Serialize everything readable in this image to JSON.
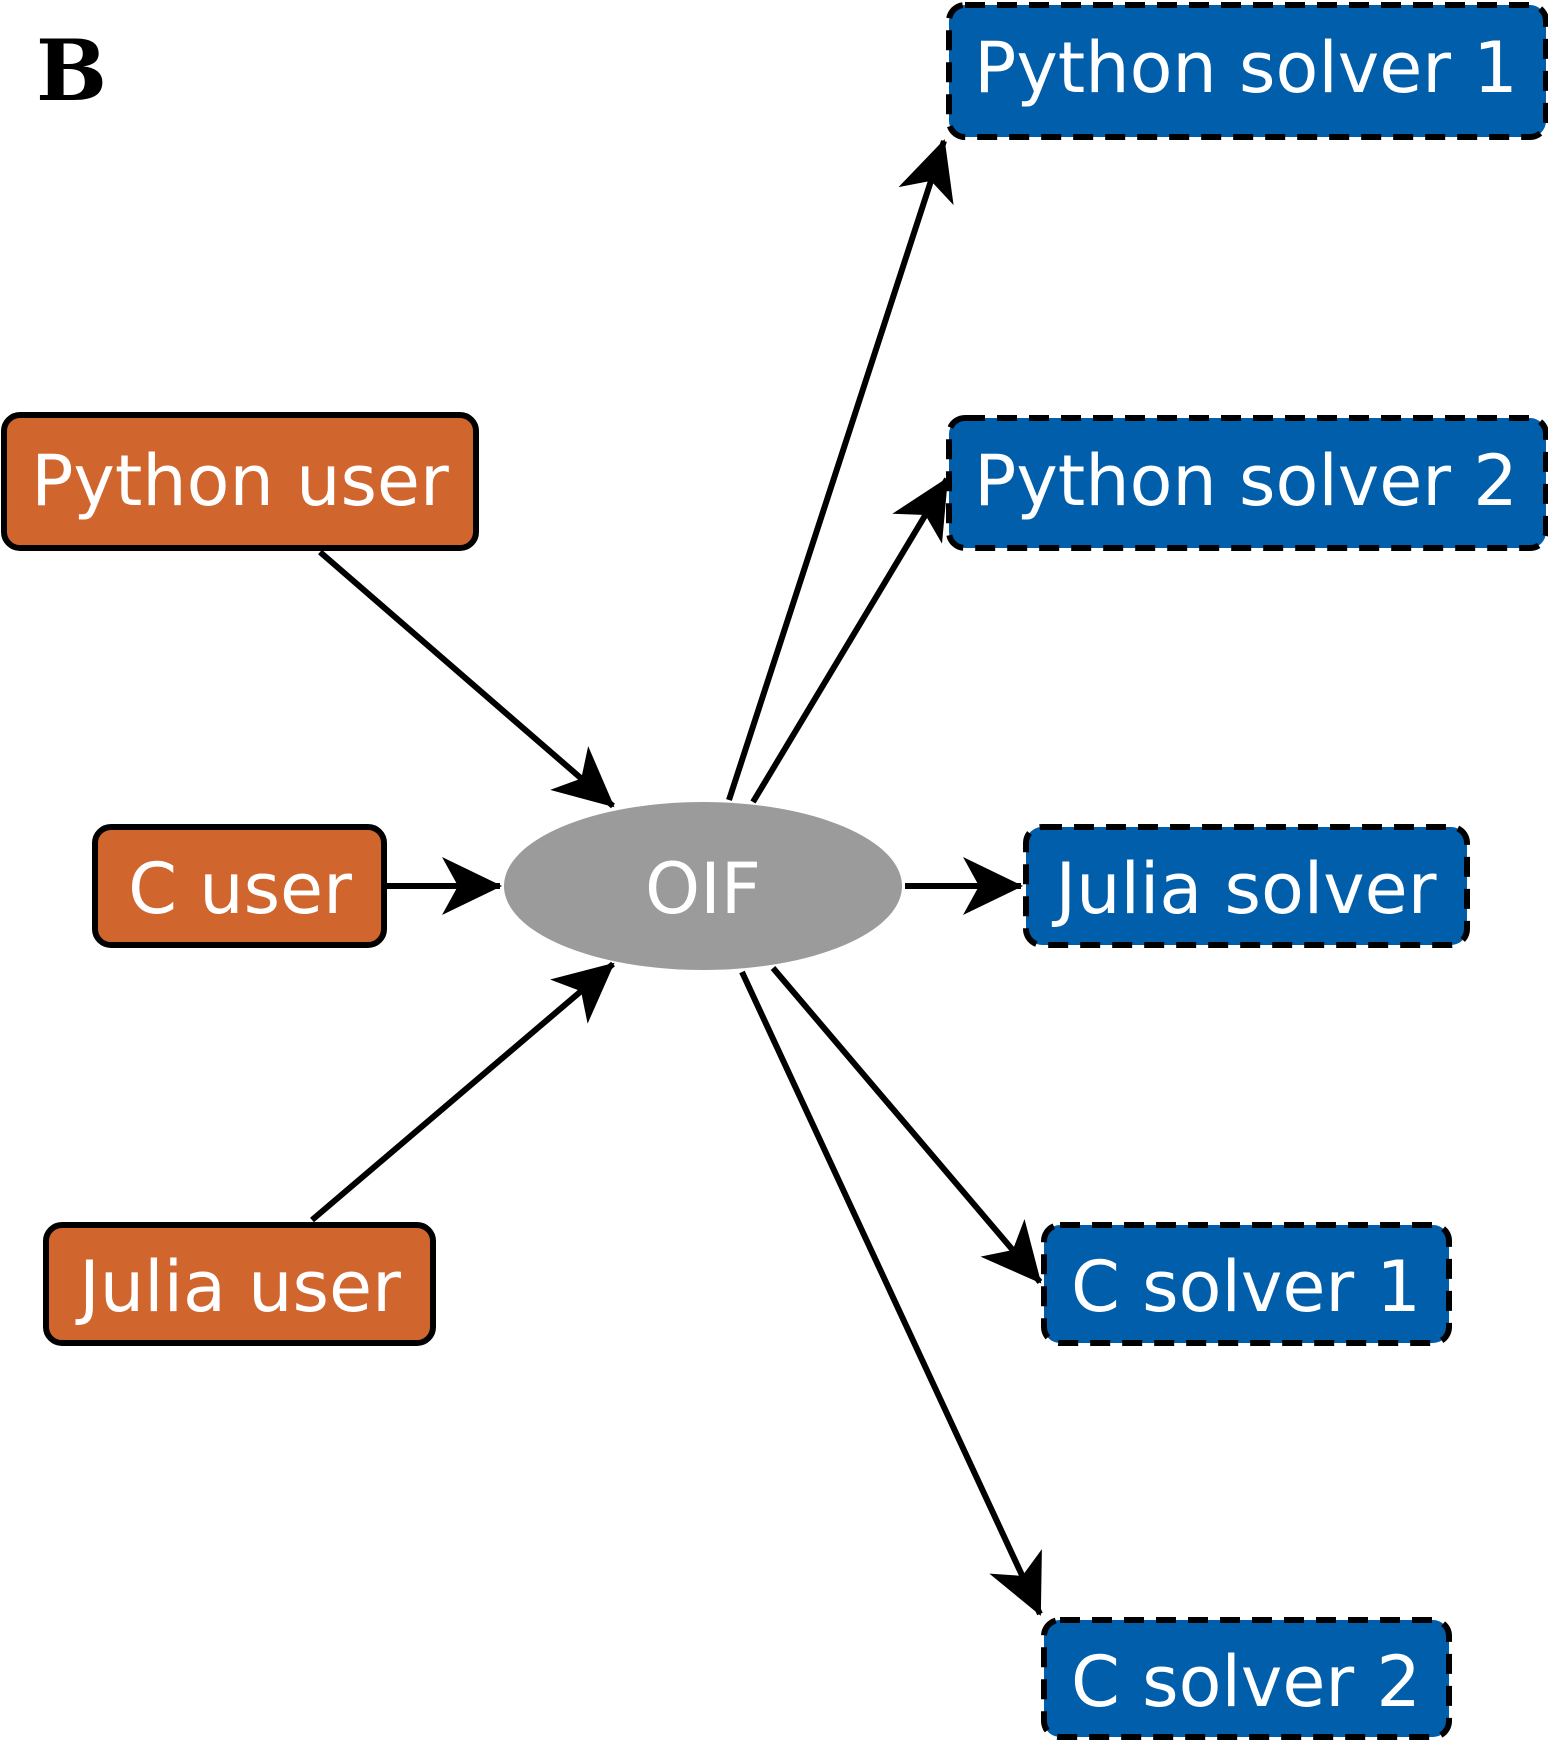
{
  "panel_label": "B",
  "colors": {
    "user_fill": "#D0662E",
    "solver_fill": "#005EAB",
    "hub_fill": "#9B9B9B",
    "stroke": "#000000",
    "label_text": "#FFFFFF"
  },
  "users": [
    {
      "id": "python-user",
      "label": "Python user"
    },
    {
      "id": "c-user",
      "label": "C user"
    },
    {
      "id": "julia-user",
      "label": "Julia user"
    }
  ],
  "hub": {
    "id": "oif",
    "label": "OIF"
  },
  "solvers": [
    {
      "id": "python-solver-1",
      "label": "Python solver 1"
    },
    {
      "id": "python-solver-2",
      "label": "Python solver 2"
    },
    {
      "id": "julia-solver",
      "label": "Julia solver"
    },
    {
      "id": "c-solver-1",
      "label": "C solver 1"
    },
    {
      "id": "c-solver-2",
      "label": "C solver 2"
    }
  ],
  "edges": [
    {
      "from": "python-user",
      "to": "oif"
    },
    {
      "from": "c-user",
      "to": "oif"
    },
    {
      "from": "julia-user",
      "to": "oif"
    },
    {
      "from": "oif",
      "to": "python-solver-1"
    },
    {
      "from": "oif",
      "to": "python-solver-2"
    },
    {
      "from": "oif",
      "to": "julia-solver"
    },
    {
      "from": "oif",
      "to": "c-solver-1"
    },
    {
      "from": "oif",
      "to": "c-solver-2"
    }
  ]
}
